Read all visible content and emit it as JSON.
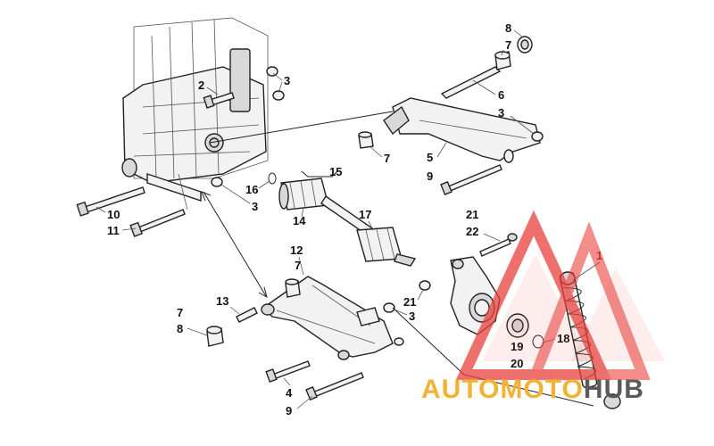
{
  "callouts": {
    "c1": "1",
    "c2": "2",
    "c3a": "3",
    "c3b": "3",
    "c3c": "3",
    "c3d": "3",
    "c4": "4",
    "c5": "5",
    "c6": "6",
    "c7a": "7",
    "c7b": "7",
    "c7c": "7",
    "c7d": "7",
    "c8a": "8",
    "c8b": "8",
    "c9a": "9",
    "c9b": "9",
    "c10": "10",
    "c11": "11",
    "c12": "12",
    "c13": "13",
    "c14": "14",
    "c15": "15",
    "c16": "16",
    "c17": "17",
    "c18": "18",
    "c19": "19",
    "c20": "20",
    "c21a": "21",
    "c21b": "21",
    "c22": "22"
  },
  "watermark": {
    "part1": "AUTOMOTO",
    "part2": "HUB",
    "color_main": "#f2b233",
    "color_accent": "#5a5a5a",
    "triangle_color": "#e8413c"
  }
}
